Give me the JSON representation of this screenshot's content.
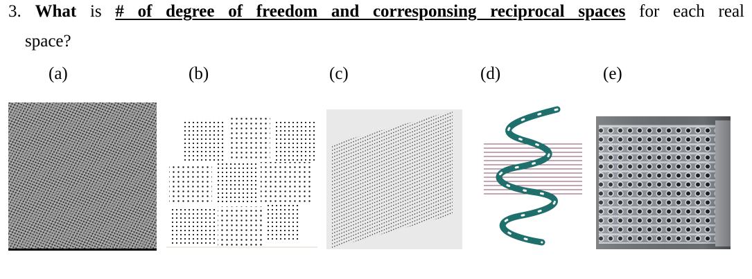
{
  "question": {
    "number": "3.",
    "lead_bold": "What",
    "mid1": "is",
    "underlined_bold": "# of degree of freedom and corresponsing reciprocal spaces",
    "tail": "for each real",
    "line2": "space?"
  },
  "panels": [
    {
      "label": "(a)",
      "content": "hexagonal lattice micrograph"
    },
    {
      "label": "(b)",
      "content": "square dot lattices"
    },
    {
      "label": "(c)",
      "content": "oblique dot lattice"
    },
    {
      "label": "(d)",
      "content": "helix over horizontal lines"
    },
    {
      "label": "(e)",
      "content": "array of stacked tubes"
    }
  ]
}
